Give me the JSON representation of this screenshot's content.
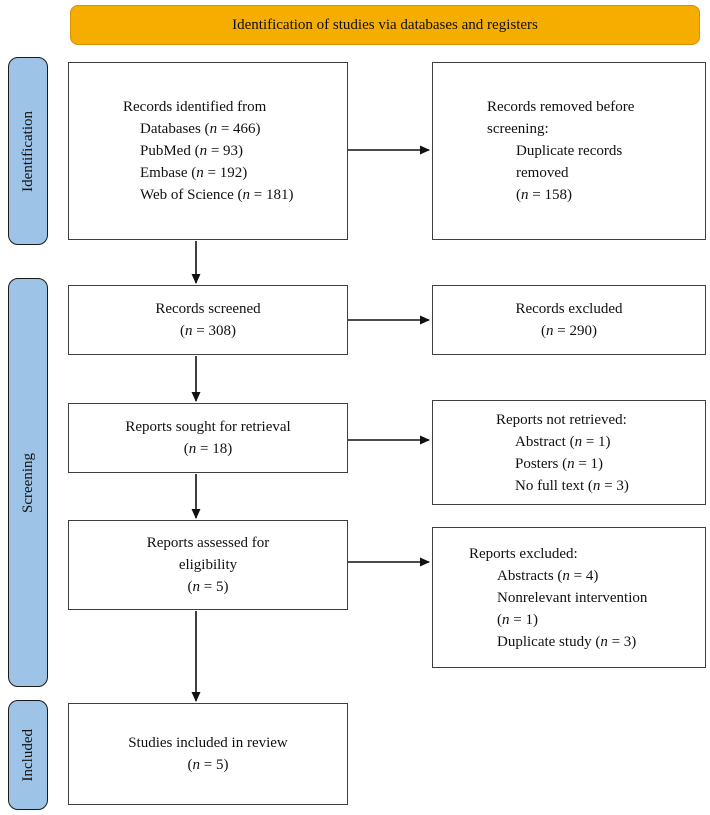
{
  "banner": {
    "label": "Identification of studies via databases and registers"
  },
  "stage_labels": {
    "identification": "Identification",
    "screening": "Screening",
    "included": "Included"
  },
  "colors": {
    "banner_fill": "#F5AD00",
    "banner_border": "#D79000",
    "stage_fill": "#9DC3E6",
    "stage_border": "#1A1A1A",
    "box_border": "#3F3F3F",
    "arrow": "#111111",
    "text": "#111111",
    "bg": "#FFFFFF"
  },
  "boxes": {
    "records_identified": {
      "title": "Records identified from",
      "items": [
        "Databases (n = 466)",
        "PubMed (n = 93)",
        "Embase (n = 192)",
        "Web of Science (n = 181)"
      ]
    },
    "records_removed": {
      "title": "Records removed before screening:",
      "items": [
        "Duplicate records",
        "removed",
        "(n = 158)"
      ]
    },
    "records_screened": {
      "lines": [
        "Records screened",
        "(n = 308)"
      ]
    },
    "records_excluded": {
      "lines": [
        "Records excluded",
        "(n = 290)"
      ]
    },
    "reports_sought": {
      "lines": [
        "Reports sought for retrieval",
        "(n = 18)"
      ]
    },
    "reports_not_retrieved": {
      "title": "Reports not retrieved:",
      "items": [
        "Abstract (n = 1)",
        "Posters (n = 1)",
        "No full text (n = 3)"
      ]
    },
    "reports_assessed": {
      "lines": [
        "Reports assessed for",
        "eligibility",
        "(n = 5)"
      ]
    },
    "reports_excluded": {
      "title": "Reports excluded:",
      "items": [
        "Abstracts (n = 4)",
        "Nonrelevant intervention",
        "(n = 1)",
        "Duplicate study (n = 3)"
      ]
    },
    "studies_included": {
      "lines": [
        "Studies included in review",
        "(n = 5)"
      ]
    }
  }
}
